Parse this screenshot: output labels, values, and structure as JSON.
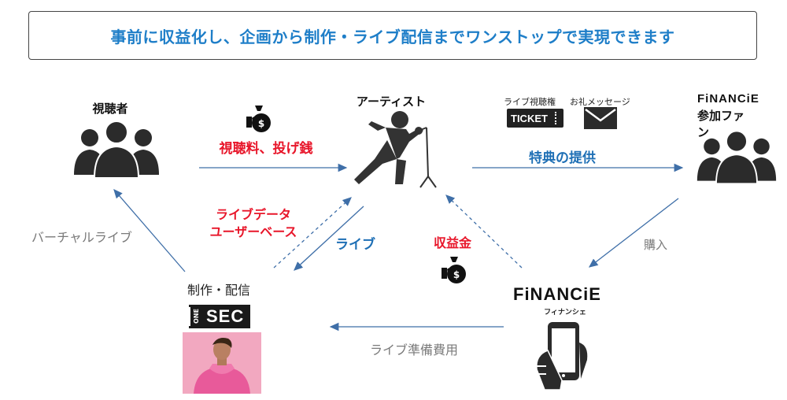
{
  "headline": "事前に収益化し、企画から制作・ライブ配信までワンストップで実現できます",
  "nodes": {
    "viewers": "視聴者",
    "artist": "アーティスト",
    "financie_fans_brand": "FiNANCiE",
    "financie_fans_label": "参加ファン",
    "production": "制作・配信",
    "onesec_one": "ONE",
    "onesec_sec": "SEC",
    "financie_brand": "FiNANCiE",
    "financie_kana": "フィナンシェ"
  },
  "icons_text": {
    "live_ticket_caption": "ライブ視聴権",
    "ticket": "TICKET",
    "thanks_message_caption": "お礼メッセージ"
  },
  "edges": {
    "viewing_fee": "視聴料、投げ銭",
    "benefits": "特典の提供",
    "purchase": "購入",
    "live_data_line1": "ライブデータ",
    "live_data_line2": "ユーザーベース",
    "live": "ライブ",
    "revenue": "収益金",
    "virtual_live": "バーチャルライブ",
    "prep_cost": "ライブ準備費用"
  },
  "colors": {
    "headline_blue": "#1e7ec8",
    "arrow_blue": "#3f6fa8",
    "accent_red": "#e8162a"
  }
}
